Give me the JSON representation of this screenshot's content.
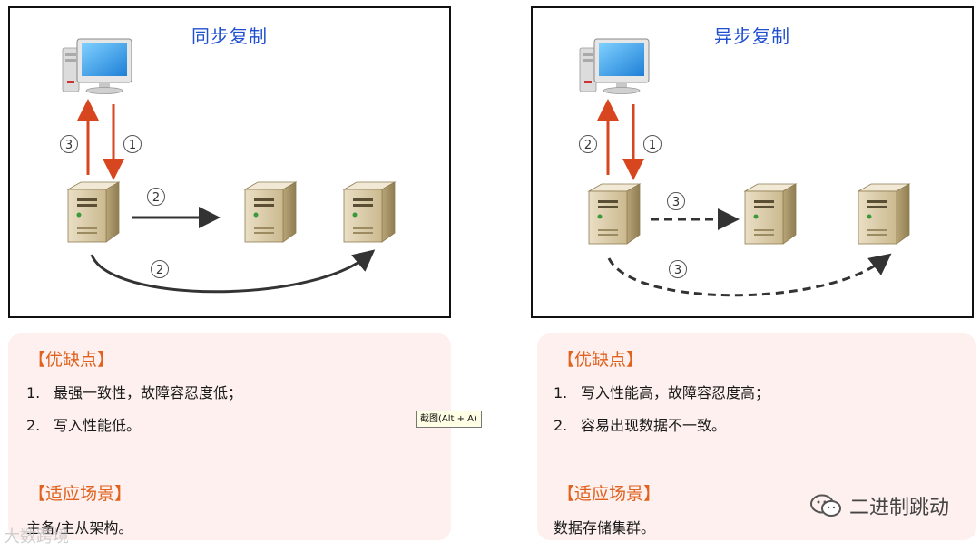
{
  "sync": {
    "title": "同步复制",
    "up_step": "3",
    "down_step": "1",
    "direct_step": "2",
    "curve_step": "2",
    "card": {
      "heading1": "【优缺点】",
      "items": [
        "最强一致性，故障容忍度低；",
        "写入性能低。"
      ],
      "nums": [
        "1.",
        "2."
      ],
      "heading2": "【适应场景】",
      "scenario": "主备/主从架构。"
    }
  },
  "async": {
    "title": "异步复制",
    "up_step": "2",
    "down_step": "1",
    "direct_step": "3",
    "curve_step": "3",
    "card": {
      "heading1": "【优缺点】",
      "items": [
        "写入性能高，故障容忍度高；",
        "容易出现数据不一致。"
      ],
      "nums": [
        "1.",
        "2."
      ],
      "heading2": "【适应场景】",
      "scenario": "数据存储集群。"
    }
  },
  "tooltip": "截图(Alt + A)",
  "watermark": "二进制跳动",
  "watermark2": "大数跨境",
  "colors": {
    "title_blue": "#1f4fd1",
    "arrow_red": "#d8461f",
    "heading_orange": "#e0621e",
    "card_bg": "#fdf0ee"
  }
}
